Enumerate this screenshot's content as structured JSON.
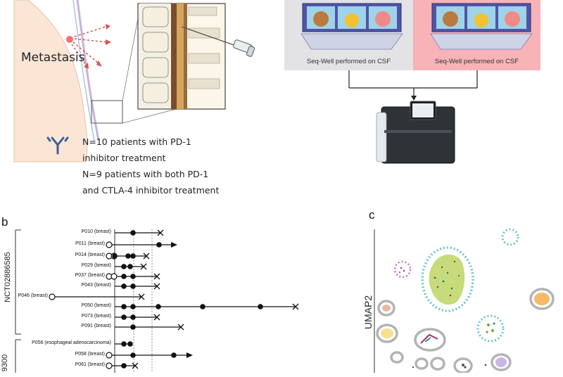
{
  "panel_a": {
    "metastasis_label": "Metastasis",
    "cohort_lines": [
      "N=10 patients with PD-1",
      "inhibitor treatment",
      "N=9 patients with both PD-1",
      "and CTLA-4 inhibitor treatment"
    ],
    "seqwell_left": "Seq-Well performed on CSF",
    "seqwell_right": "Seq-Well performed on CSF"
  },
  "panel_b": {
    "letter": "b",
    "trial_1": "NCT02886585",
    "trial_2": "9300",
    "patients": [
      {
        "label": "P010 (breast)"
      },
      {
        "label": "P011 (breast)"
      },
      {
        "label": "P014 (breast)"
      },
      {
        "label": "P029 (breast)"
      },
      {
        "label": "P037 (breast)"
      },
      {
        "label": "P043 (breast)"
      },
      {
        "label": "P046 (breast)"
      },
      {
        "label": "P050 (breast)"
      },
      {
        "label": "P073 (breast)"
      },
      {
        "label": "P091 (breast)"
      },
      {
        "label": "P056 (esophageal adenocarcinoma)"
      },
      {
        "label": "P058 (breast)"
      },
      {
        "label": "P061 (breast)"
      }
    ]
  },
  "panel_c": {
    "letter": "c",
    "axis_label": "UMAP2"
  },
  "colors": {
    "arrow_red": "#d9534f",
    "seqwell_left_bg": "#e3e3e6",
    "seqwell_right_bg": "#f7b3b8",
    "umap_green": "#c6dc7a",
    "umap_dotted_teal": "#6cc7c7",
    "umap_dotted_pink": "#c96fc7",
    "antibody_blue": "#3c5f95"
  }
}
